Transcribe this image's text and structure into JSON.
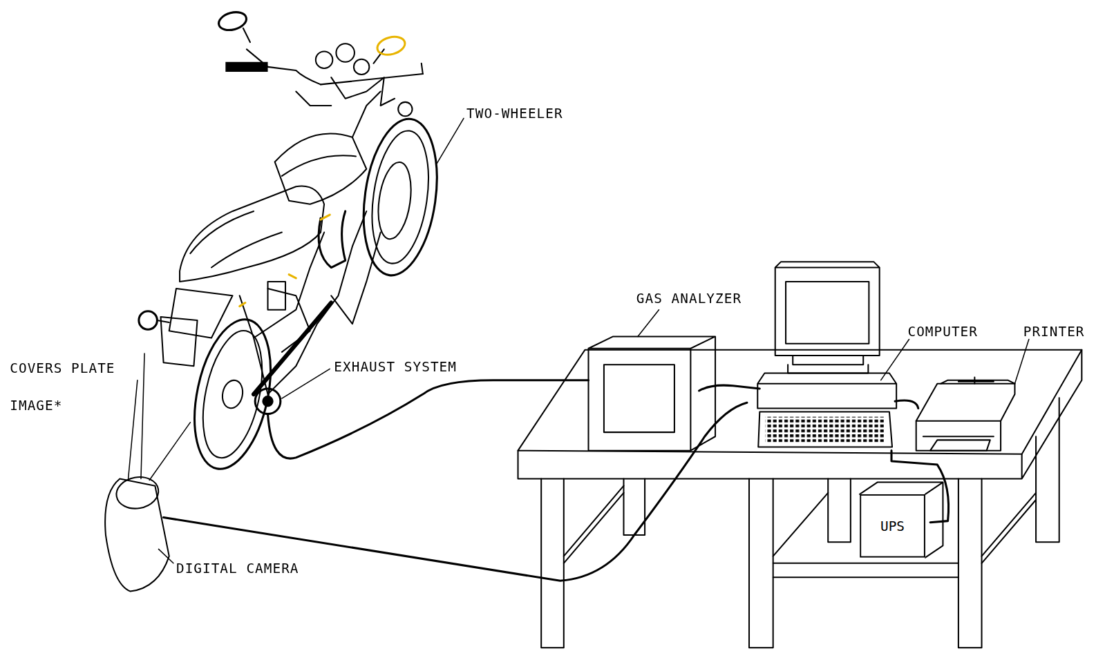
{
  "diagram": {
    "nodes": [
      {
        "text": [
          "UPS"
        ]
      }
    ],
    "labels": [
      "TWO-WHEELER",
      "GAS ANALYZER",
      "COMPUTER",
      "PRINTER",
      "COVERS PLATE IMAGE*",
      "EXHAUST SYSTEM",
      "DIGITAL CAMERA"
    ]
  }
}
